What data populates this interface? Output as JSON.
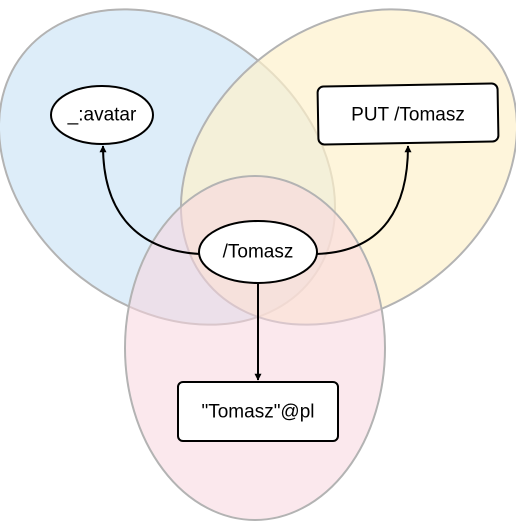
{
  "nodes": {
    "avatar": {
      "label": "_:avatar"
    },
    "put": {
      "label": "PUT /Tomasz"
    },
    "center": {
      "label": "/Tomasz"
    },
    "literal": {
      "label": "\"Tomasz\"@pl"
    }
  },
  "colors": {
    "blue_region_fill": "#cfe6f7",
    "yellow_region_fill": "#fdf1cc",
    "pink_region_fill": "#f8d5de",
    "region_stroke": "#b3b3b3",
    "node_fill": "#ffffff",
    "node_stroke": "#000000",
    "edge": "#000000"
  }
}
